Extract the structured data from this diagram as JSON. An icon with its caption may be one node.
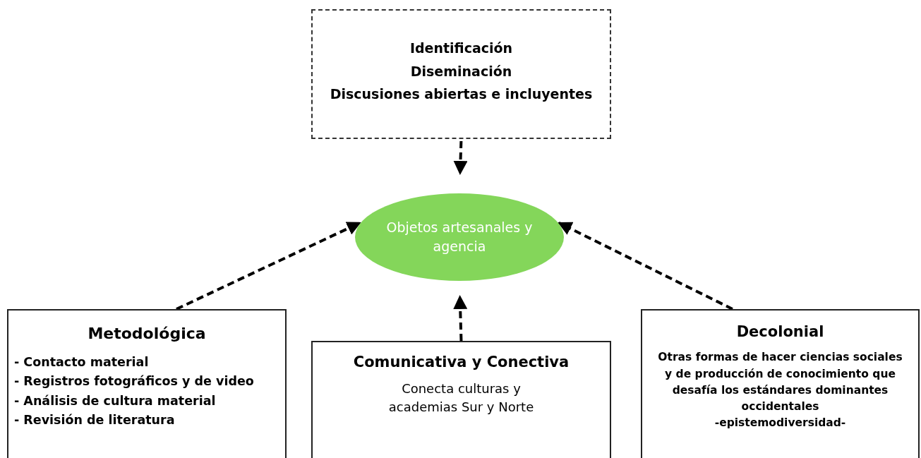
{
  "diagram": {
    "nodes": [
      {
        "text": [
          "Identificación",
          "Diseminación",
          "Discusiones abiertas e incluyentes"
        ]
      },
      {
        "text": [
          "Objetos artesanales y agencia"
        ]
      },
      {
        "text": [
          "Metodológica",
          "- Contacto material",
          "- Registros fotográficos y de video",
          "- Análisis de cultura material",
          "- Revisión de literatura"
        ]
      },
      {
        "text": [
          "Comunicativa y Conectiva",
          "Conecta culturas y academias Sur y Norte"
        ]
      },
      {
        "text": [
          "Decolonial",
          "Otras formas de hacer ciencias sociales y de producción de conocimiento que desafía los estándares dominantes occidentales",
          "-epistemodiversidad-"
        ]
      }
    ],
    "edges": [
      {
        "from": 0,
        "to": 1,
        "arrow": "to",
        "style": "dashed"
      },
      {
        "from": 2,
        "to": 1,
        "arrow": "to",
        "style": "dashed"
      },
      {
        "from": 3,
        "to": 1,
        "arrow": "to",
        "style": "dashed"
      },
      {
        "from": 4,
        "to": 1,
        "arrow": "to",
        "style": "dashed"
      }
    ]
  }
}
